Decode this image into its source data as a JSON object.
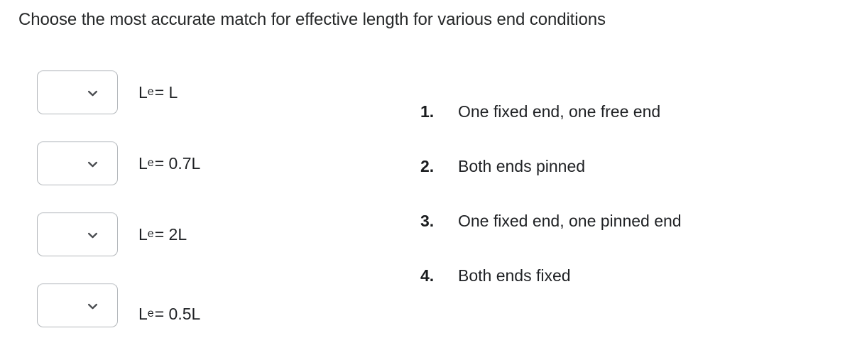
{
  "question": {
    "prompt": "Choose the most accurate match for effective length for various end conditions"
  },
  "match_rows": [
    {
      "dropdown": {
        "value": "",
        "placeholder": "",
        "icon": "chevron-down-icon"
      },
      "label": {
        "var": "L",
        "sub": "e",
        "rhs": " = L"
      }
    },
    {
      "dropdown": {
        "value": "",
        "placeholder": "",
        "icon": "chevron-down-icon"
      },
      "label": {
        "var": "L",
        "sub": "e",
        "rhs": " = 0.7L"
      }
    },
    {
      "dropdown": {
        "value": "",
        "placeholder": "",
        "icon": "chevron-down-icon"
      },
      "label": {
        "var": "L",
        "sub": "e",
        "rhs": " = 2L"
      }
    },
    {
      "dropdown": {
        "value": "",
        "placeholder": "",
        "icon": "chevron-down-icon"
      },
      "label": {
        "var": "L",
        "sub": "e",
        "rhs": " = 0.5L"
      }
    }
  ],
  "options": [
    {
      "num": "1.",
      "text": "One fixed end, one free end"
    },
    {
      "num": "2.",
      "text": "Both ends pinned"
    },
    {
      "num": "3.",
      "text": "One fixed end, one pinned end"
    },
    {
      "num": "4.",
      "text": "Both ends fixed"
    }
  ],
  "colors": {
    "background": "#ffffff",
    "text": "#1f2124",
    "border": "#b3b7bb",
    "chevron": "#4a4d51"
  }
}
